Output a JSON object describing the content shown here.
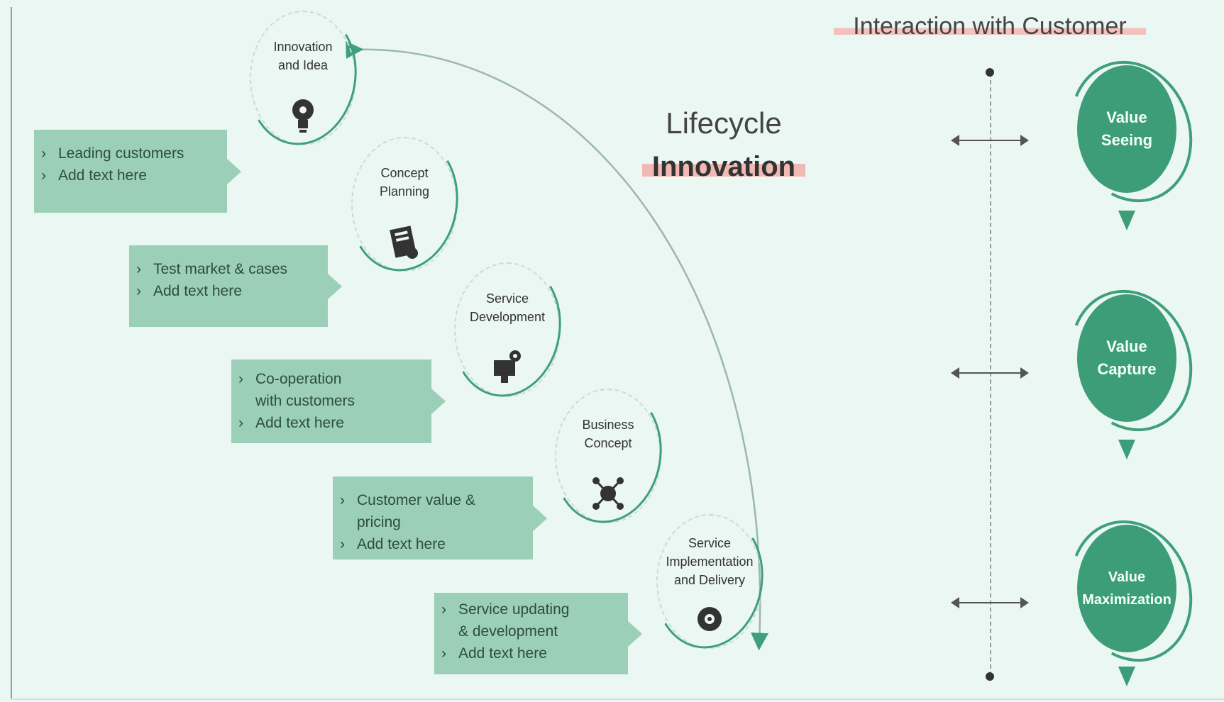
{
  "titles": {
    "lifecycle": "Lifecycle",
    "innovation": "Innovation",
    "interaction": "Interaction with Customer"
  },
  "stages": [
    {
      "label": "Innovation\nand Idea",
      "icon": "lightbulb-icon"
    },
    {
      "label": "Concept\nPlanning",
      "icon": "planning-icon"
    },
    {
      "label": "Service\nDevelopment",
      "icon": "development-icon"
    },
    {
      "label": "Business\nConcept",
      "icon": "network-icon"
    },
    {
      "label": "Service\nImplementation\nand Delivery",
      "icon": "gear-icon"
    }
  ],
  "textboxes": [
    {
      "items": [
        "Leading customers",
        "Add text here"
      ]
    },
    {
      "items": [
        "Test market & cases",
        "Add text here"
      ]
    },
    {
      "items": [
        "Co-operation\nwith customers",
        "Add text here"
      ]
    },
    {
      "items": [
        "Customer value & pricing",
        "Add text here"
      ]
    },
    {
      "items": [
        "Service updating\n& development",
        "Add text here"
      ]
    }
  ],
  "values": [
    {
      "label": "Value\nSeeing"
    },
    {
      "label": "Value\nCapture"
    },
    {
      "label": "Value\nMaximization"
    }
  ],
  "colors": {
    "background": "#eaf7f3",
    "accent_green": "#3d9d79",
    "box_green": "#9ccfb8",
    "highlight_pink": "#f2b9b4"
  }
}
